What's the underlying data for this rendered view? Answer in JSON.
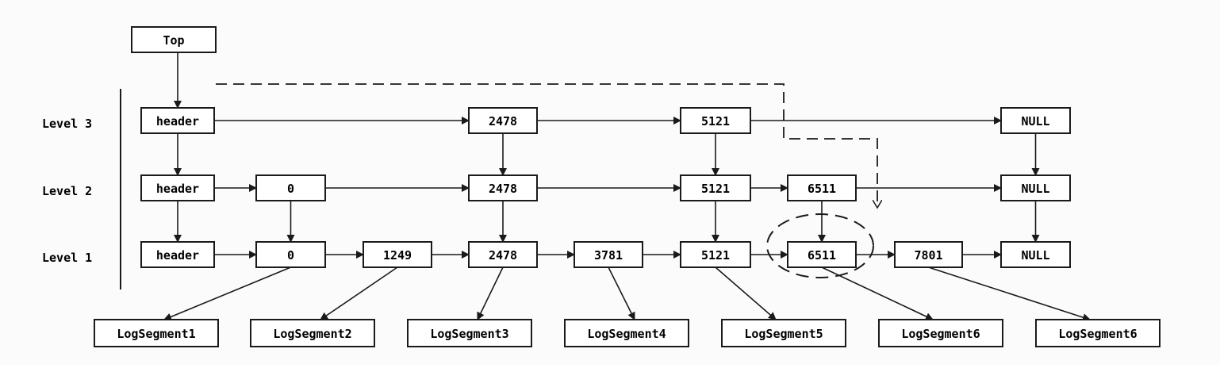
{
  "diagram": {
    "top_label": "Top",
    "level_labels": [
      "Level 3",
      "Level 2",
      "Level 1"
    ],
    "level3": [
      "header",
      "2478",
      "5121",
      "NULL"
    ],
    "level2": [
      "header",
      "0",
      "2478",
      "5121",
      "6511",
      "NULL"
    ],
    "level1": [
      "header",
      "0",
      "1249",
      "2478",
      "3781",
      "5121",
      "6511",
      "7801",
      "NULL"
    ],
    "segments": [
      "LogSegment1",
      "LogSegment2",
      "LogSegment3",
      "LogSegment4",
      "LogSegment5",
      "LogSegment6",
      "LogSegment6"
    ]
  },
  "colors": {
    "line": "#1a1a1a",
    "box_fill": "#ffffff",
    "background": "#fbfbfb"
  }
}
